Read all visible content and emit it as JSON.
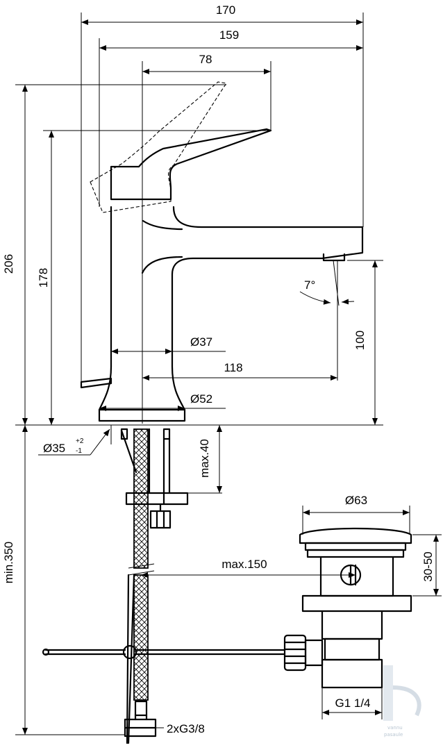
{
  "dimensions": {
    "total_reach": "170",
    "body_reach": "159",
    "lever_reach": "78",
    "height_lever_open": "206",
    "height_lever_closed": "178",
    "spout_angle": "7°",
    "outlet_height": "100",
    "body_diameter": "Ø37",
    "spout_projection": "118",
    "base_diameter": "Ø52",
    "hole_diameter": "Ø35",
    "hole_tol_plus": "+2",
    "hole_tol_minus": "-1",
    "deck_thickness": "max.40",
    "hose_length": "min.350",
    "pop_up_distance": "max.150",
    "plug_diameter": "Ø63",
    "plug_adjust": "30-50",
    "waste_thread": "G1 1/4",
    "hose_thread": "2xG3/8"
  },
  "watermark": {
    "line1": "vannu",
    "line2": "pasaule"
  },
  "colors": {
    "line": "#000000",
    "background": "#ffffff",
    "watermark": "#b9c6d2"
  }
}
